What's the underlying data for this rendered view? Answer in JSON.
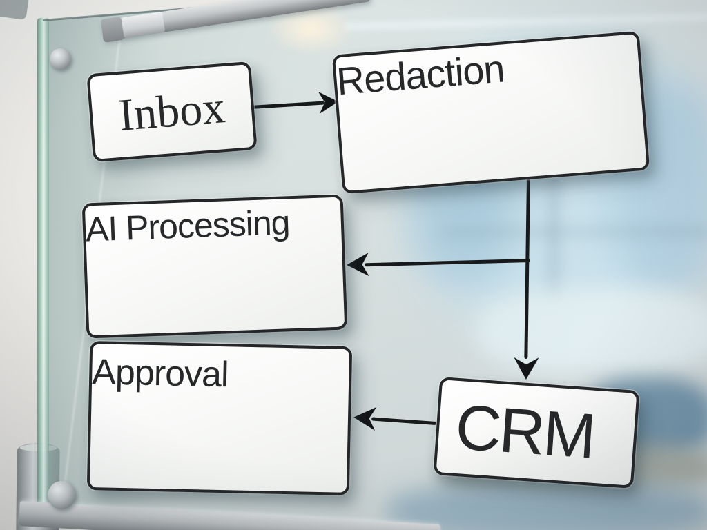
{
  "scene": {
    "medium": "glass-whiteboard-photo"
  },
  "nodes": {
    "inbox": {
      "label": "Inbox",
      "redacted_bar": false
    },
    "redaction": {
      "label": "Redaction",
      "redacted_bar": true
    },
    "ai_processing": {
      "label": "AI Processing",
      "redacted_bar": true
    },
    "approval": {
      "label": "Approval",
      "redacted_bar": true
    },
    "crm": {
      "label": "CRM",
      "redacted_bar": false
    }
  },
  "edges": [
    {
      "from": "Inbox",
      "to": "Redaction",
      "direction": "right"
    },
    {
      "from": "Redaction",
      "to": "AI Processing",
      "direction": "left"
    },
    {
      "from": "Redaction",
      "to": "CRM",
      "direction": "down"
    },
    {
      "from": "CRM",
      "to": "Approval",
      "direction": "left"
    }
  ],
  "colors": {
    "ink": "#1b1d1e",
    "node_fill": "#f8f9f7",
    "node_border": "#242628",
    "redaction_bar": "#070705",
    "glass_tint": "#bdd6d6",
    "frame_aluminum": "#b9bcbe",
    "wall": "#e9e7e3",
    "window_blue": "#aecde4"
  }
}
